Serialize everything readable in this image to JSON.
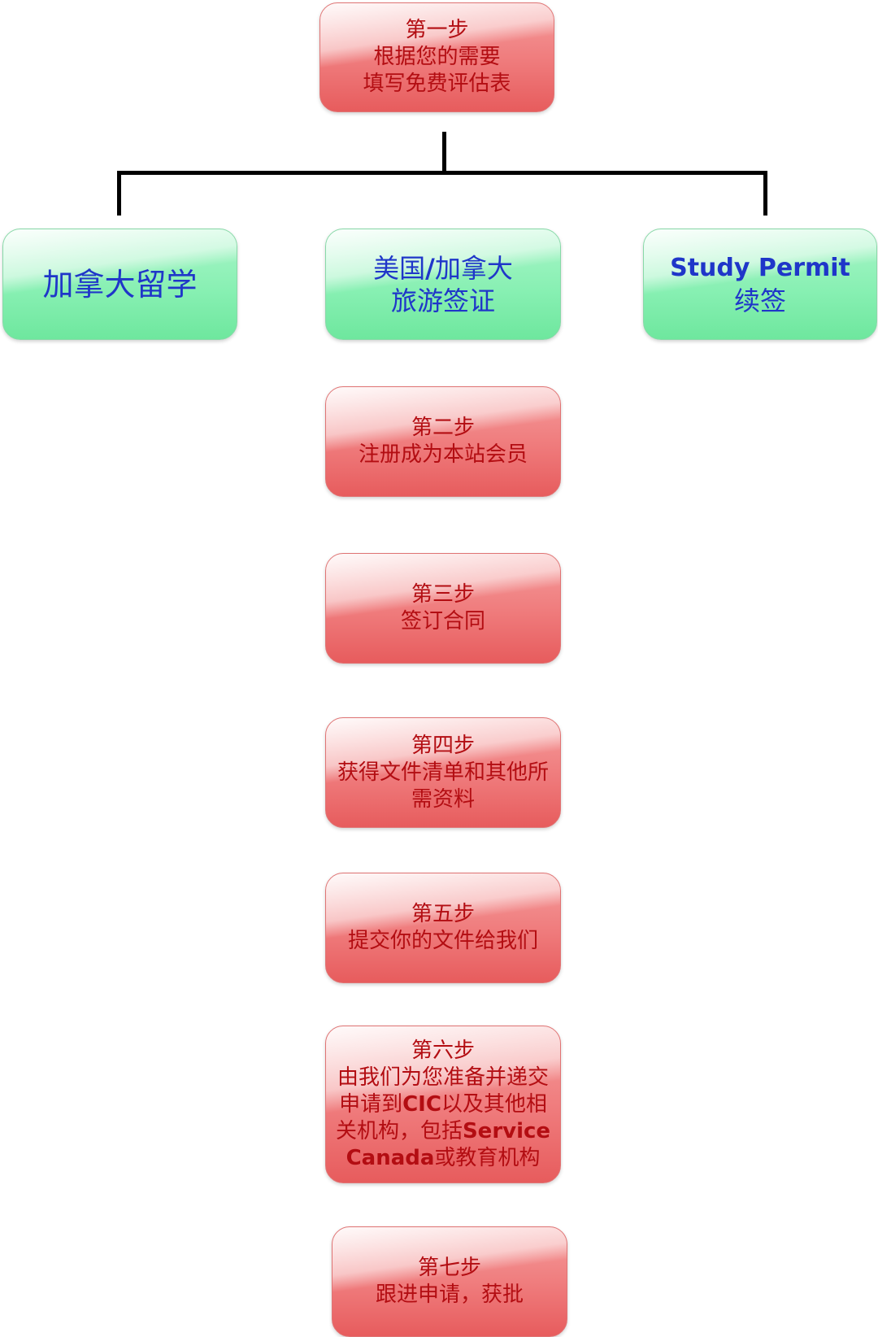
{
  "step1": {
    "lines": [
      "第一步",
      "根据您的需要",
      "填写免费评估表"
    ]
  },
  "options": {
    "study_canada": "加拿大留学",
    "visitor_visa": {
      "line1_a": "美国",
      "line1_slash": "/",
      "line1_b": "加拿大",
      "line2": "旅游签证"
    },
    "study_permit": {
      "line1": "Study Permit",
      "line2": "续签"
    }
  },
  "step2": {
    "lines": [
      "第二步",
      "注册成为本站会员"
    ]
  },
  "step3": {
    "lines": [
      "第三步",
      "签订合同"
    ]
  },
  "step4": {
    "lines": [
      "第四步",
      "获得文件清单和其他所",
      "需资料"
    ]
  },
  "step5": {
    "lines": [
      "第五步",
      "提交你的文件给我们"
    ]
  },
  "step6": {
    "line1": "第六步",
    "line2": "由我们为您准备并递交",
    "line3_a": "申请到",
    "line3_b": "CIC",
    "line3_c": "以及其他相",
    "line4_a": "关机构，包括",
    "line4_b": "Service",
    "line5_a": "Canada",
    "line5_b": "或教育机构"
  },
  "step7": {
    "lines": [
      "第七步",
      "跟进申请，获批"
    ]
  },
  "colors": {
    "red_text": "#b30d12",
    "blue_text": "#1f36c9",
    "connector": "#000000"
  }
}
